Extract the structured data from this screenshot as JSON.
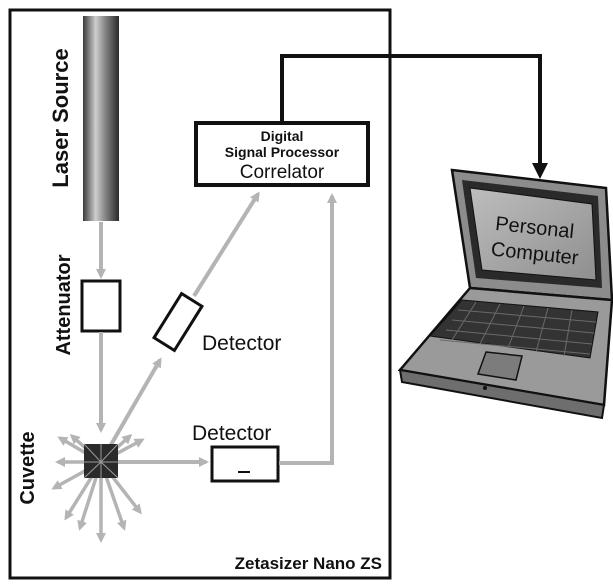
{
  "labels": {
    "laser": "Laser  Source",
    "attenuator": "Attenuator",
    "cuvette": "Cuvette",
    "detector_upper": "Detector",
    "detector_lower": "Detector",
    "dsp_line1": "Digital",
    "dsp_line2": "Signal Processor",
    "dsp_line3": "Correlator",
    "pc_line1": "Personal",
    "pc_line2": "Computer",
    "instrument": "Zetasizer Nano ZS"
  },
  "colors": {
    "frame": "#111111",
    "beam": "#b4b4b4",
    "laptop_body": "#9a9a9a",
    "laptop_screen": "#a9a9a9",
    "laptop_dark": "#2a2a2a"
  },
  "icons": {
    "laptop": "laptop-icon",
    "cuvette": "cuvette-icon",
    "laser": "laser-tube-icon"
  }
}
